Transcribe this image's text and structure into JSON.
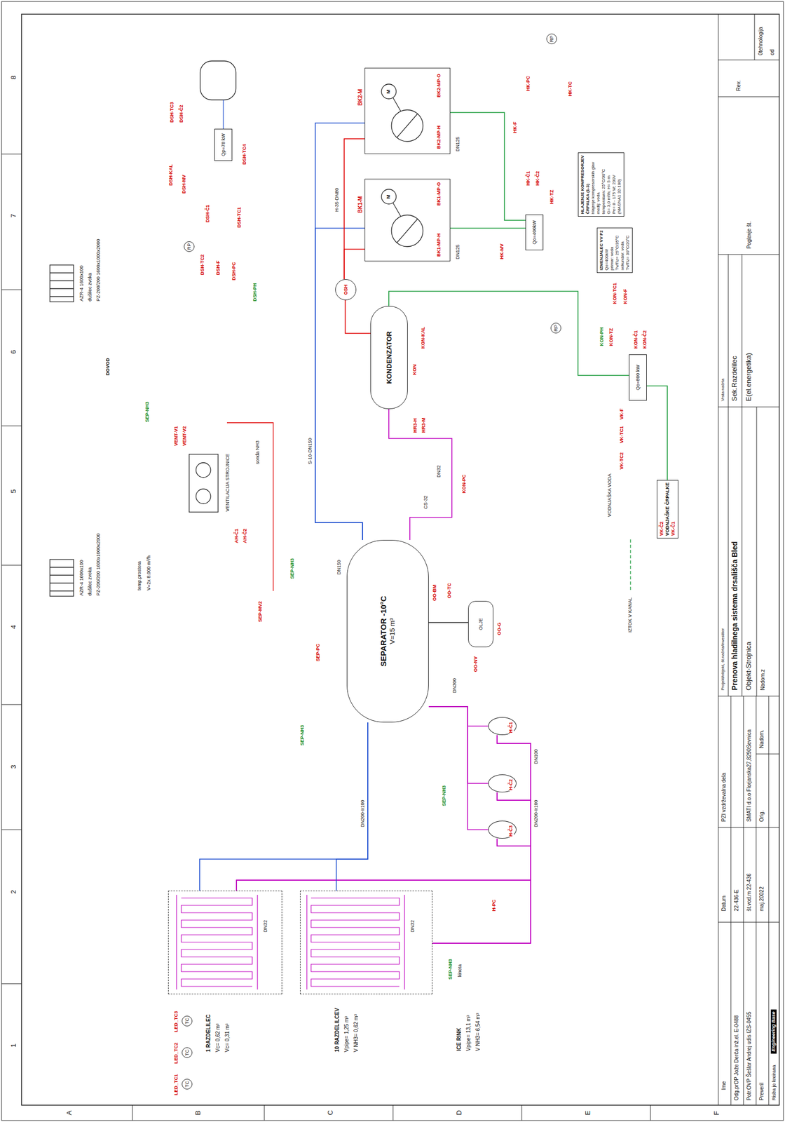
{
  "diagram": {
    "nodes": [
      {
        "text": [
          "SEPARATOR -10°C",
          "V=15 m³"
        ]
      },
      {
        "text": [
          "KONDENZATOR"
        ]
      },
      {
        "text": [
          "BK1-M"
        ]
      },
      {
        "text": [
          "BK2-M"
        ]
      },
      {
        "text": [
          "OSH"
        ]
      },
      {
        "text": [
          "OLJE"
        ]
      },
      {
        "text": [
          "H-Č1"
        ]
      },
      {
        "text": [
          "H-Č2"
        ]
      },
      {
        "text": [
          "H-Č3"
        ]
      },
      {
        "text": [
          "1 RAZDELILEC",
          "Vc= 0,62 m³",
          "Vc= 0,31 m³"
        ]
      },
      {
        "text": [
          "10 RAZDELILCEV",
          "Vpipe= 1,25 m³",
          "V NH3= 0,62 m³"
        ]
      },
      {
        "text": [
          "HLAJENJE KOMPRESORJEV",
          "ČRPALKA (1-3)",
          "hlajenje kompresorskih glav",
          "medij: voda",
          "temperatura: 25°C/30°C",
          "G= 3,0 m³/h; H= 5 m",
          "Pe= 8 - 175 W; 230V",
          "(MAGNA1 32-100)"
        ]
      },
      {
        "text": [
          "IZMENJALEC VV P2",
          "Qo=400kW",
          "primar: voda",
          "Tv/Tiz= 25°C/35°C",
          "sekundar: voda",
          "Tv/Tiz= 30°C/20°C"
        ]
      },
      {
        "text": [
          "VK-Č2",
          "VODNJAŠKE ČRPALKE",
          "VK-Č1"
        ]
      },
      {
        "text": [
          "Qo=800 kW"
        ]
      },
      {
        "text": [
          "Qo=400kW"
        ]
      },
      {
        "text": [
          "Qp=78 kW"
        ]
      }
    ],
    "edges": [
      {
        "from": 0,
        "to": 6,
        "arrow": "none"
      },
      {
        "from": 0,
        "to": 7,
        "arrow": "none"
      },
      {
        "from": 0,
        "to": 8,
        "arrow": "none"
      },
      {
        "from": 6,
        "to": 9,
        "arrow": "none"
      },
      {
        "from": 6,
        "to": 10,
        "arrow": "none"
      },
      {
        "from": 7,
        "to": 9,
        "arrow": "none"
      },
      {
        "from": 7,
        "to": 10,
        "arrow": "none"
      },
      {
        "from": 8,
        "to": 9,
        "arrow": "none"
      },
      {
        "from": 8,
        "to": 10,
        "arrow": "none"
      },
      {
        "from": 9,
        "to": 0,
        "arrow": "none"
      },
      {
        "from": 10,
        "to": 0,
        "arrow": "none"
      },
      {
        "from": 0,
        "to": 2,
        "arrow": "none"
      },
      {
        "from": 0,
        "to": 3,
        "arrow": "none"
      },
      {
        "from": 2,
        "to": 4,
        "arrow": "none"
      },
      {
        "from": 3,
        "to": 4,
        "arrow": "none"
      },
      {
        "from": 4,
        "to": 1,
        "arrow": "none"
      },
      {
        "from": 1,
        "to": 0,
        "arrow": "none"
      },
      {
        "from": 0,
        "to": 5,
        "arrow": "none"
      },
      {
        "from": 1,
        "to": 14,
        "arrow": "none"
      },
      {
        "from": 14,
        "to": 13,
        "arrow": "none"
      },
      {
        "from": 15,
        "to": 2,
        "arrow": "none"
      },
      {
        "from": 15,
        "to": 3,
        "arrow": "none"
      }
    ],
    "labels": [
      "1",
      "2",
      "3",
      "4",
      "5",
      "6",
      "7",
      "8",
      "A",
      "B",
      "C",
      "D",
      "E",
      "F",
      "Ime",
      "Datum",
      "Odg.prOP Jože Derča inž.el. E-0488",
      "22-436-E",
      "Potr.OVP Šešlar Andrej udis IZS-0455",
      "št.vod.m 22-436",
      "Preveril",
      "maj.20022",
      "PZI vzdrževalna dela",
      "SMATI d.o.o Florjanska27,8290Sevnica",
      "Orig.",
      "Nadom.",
      "Projekt/objekt, št.načrta/investitor",
      "Prenova hladilnega sistema drsališča Bled",
      "Objekt-Strojnica",
      "Nadom.z",
      "Vrsta načrta",
      "Sek.Razdelilec",
      "E(el.energetika)",
      "Poglavje št.",
      "Rev.",
      "0tehnologija",
      "od",
      "Risba je kreirana",
      "Engineering Base",
      "LED_TC1",
      "LED_TC2",
      "LED_TC3",
      "TC",
      "TC",
      "TC",
      "ICE RINK",
      "Vpipe= 13,1 m³",
      "V NH3= 6,54 m³",
      "SEP-NH3",
      "kineta",
      "DN32",
      "DN32",
      "SEP-NH3",
      "H-PC",
      "DN200-Ir100",
      "DN200-Ir100",
      "DN100",
      "DN300",
      "SEP-NH3",
      "SEP-PC",
      "SEP-MV2",
      "SEP-NH3",
      "DN150",
      "OO-BM",
      "OO-TC",
      "OO-NV",
      "OO-G",
      "S-10-DN150",
      "H-35-DN80",
      "KON-PC",
      "HR3-H",
      "HR3-M",
      "CS-32",
      "DN32",
      "KON",
      "KON-KAL",
      "KON-TC1",
      "KON-F",
      "KON-PH",
      "KON-TZ",
      "KON-Č1",
      "KON-Č2",
      "RP",
      "VODNJAŠKA VODA",
      "VK-TC2",
      "VK-TC1",
      "VK-F",
      "IZTOK V KANAL",
      "M",
      "M",
      "BK1-MP-O",
      "BK1-MP-H",
      "BK2-MP-O",
      "BK2-MP-H",
      "DN125",
      "DN125",
      "HK-MV",
      "HK-Č1",
      "HK-Č2",
      "HK-TZ",
      "HK-F",
      "HK-PC",
      "HK-TC",
      "RP",
      "DSH-TC3",
      "DSH-Č2",
      "DSH-TC4",
      "DSH-KAL",
      "DSH-MV",
      "DSH-Č1",
      "RP",
      "DSH-TC1",
      "DSH-TC2",
      "DSH-F",
      "DSH-PC",
      "DSH-PH",
      "VENT-V1",
      "VENT-V2",
      "VENTILACIJA STROJNICE",
      "AH-Č1",
      "AH-Č2",
      "sonda NH3",
      "SEP-NH3",
      "DOVOD",
      "AZR-4 1600x100",
      "dušilec zvoka",
      "PZ-200/200 1600x1000x2000",
      "AZR-4 1600x100",
      "dušilec zvoka",
      "PZ-200/200 1600x1000x2000",
      "temp.prostora",
      "V=2x 8.000 m³/h"
    ]
  }
}
